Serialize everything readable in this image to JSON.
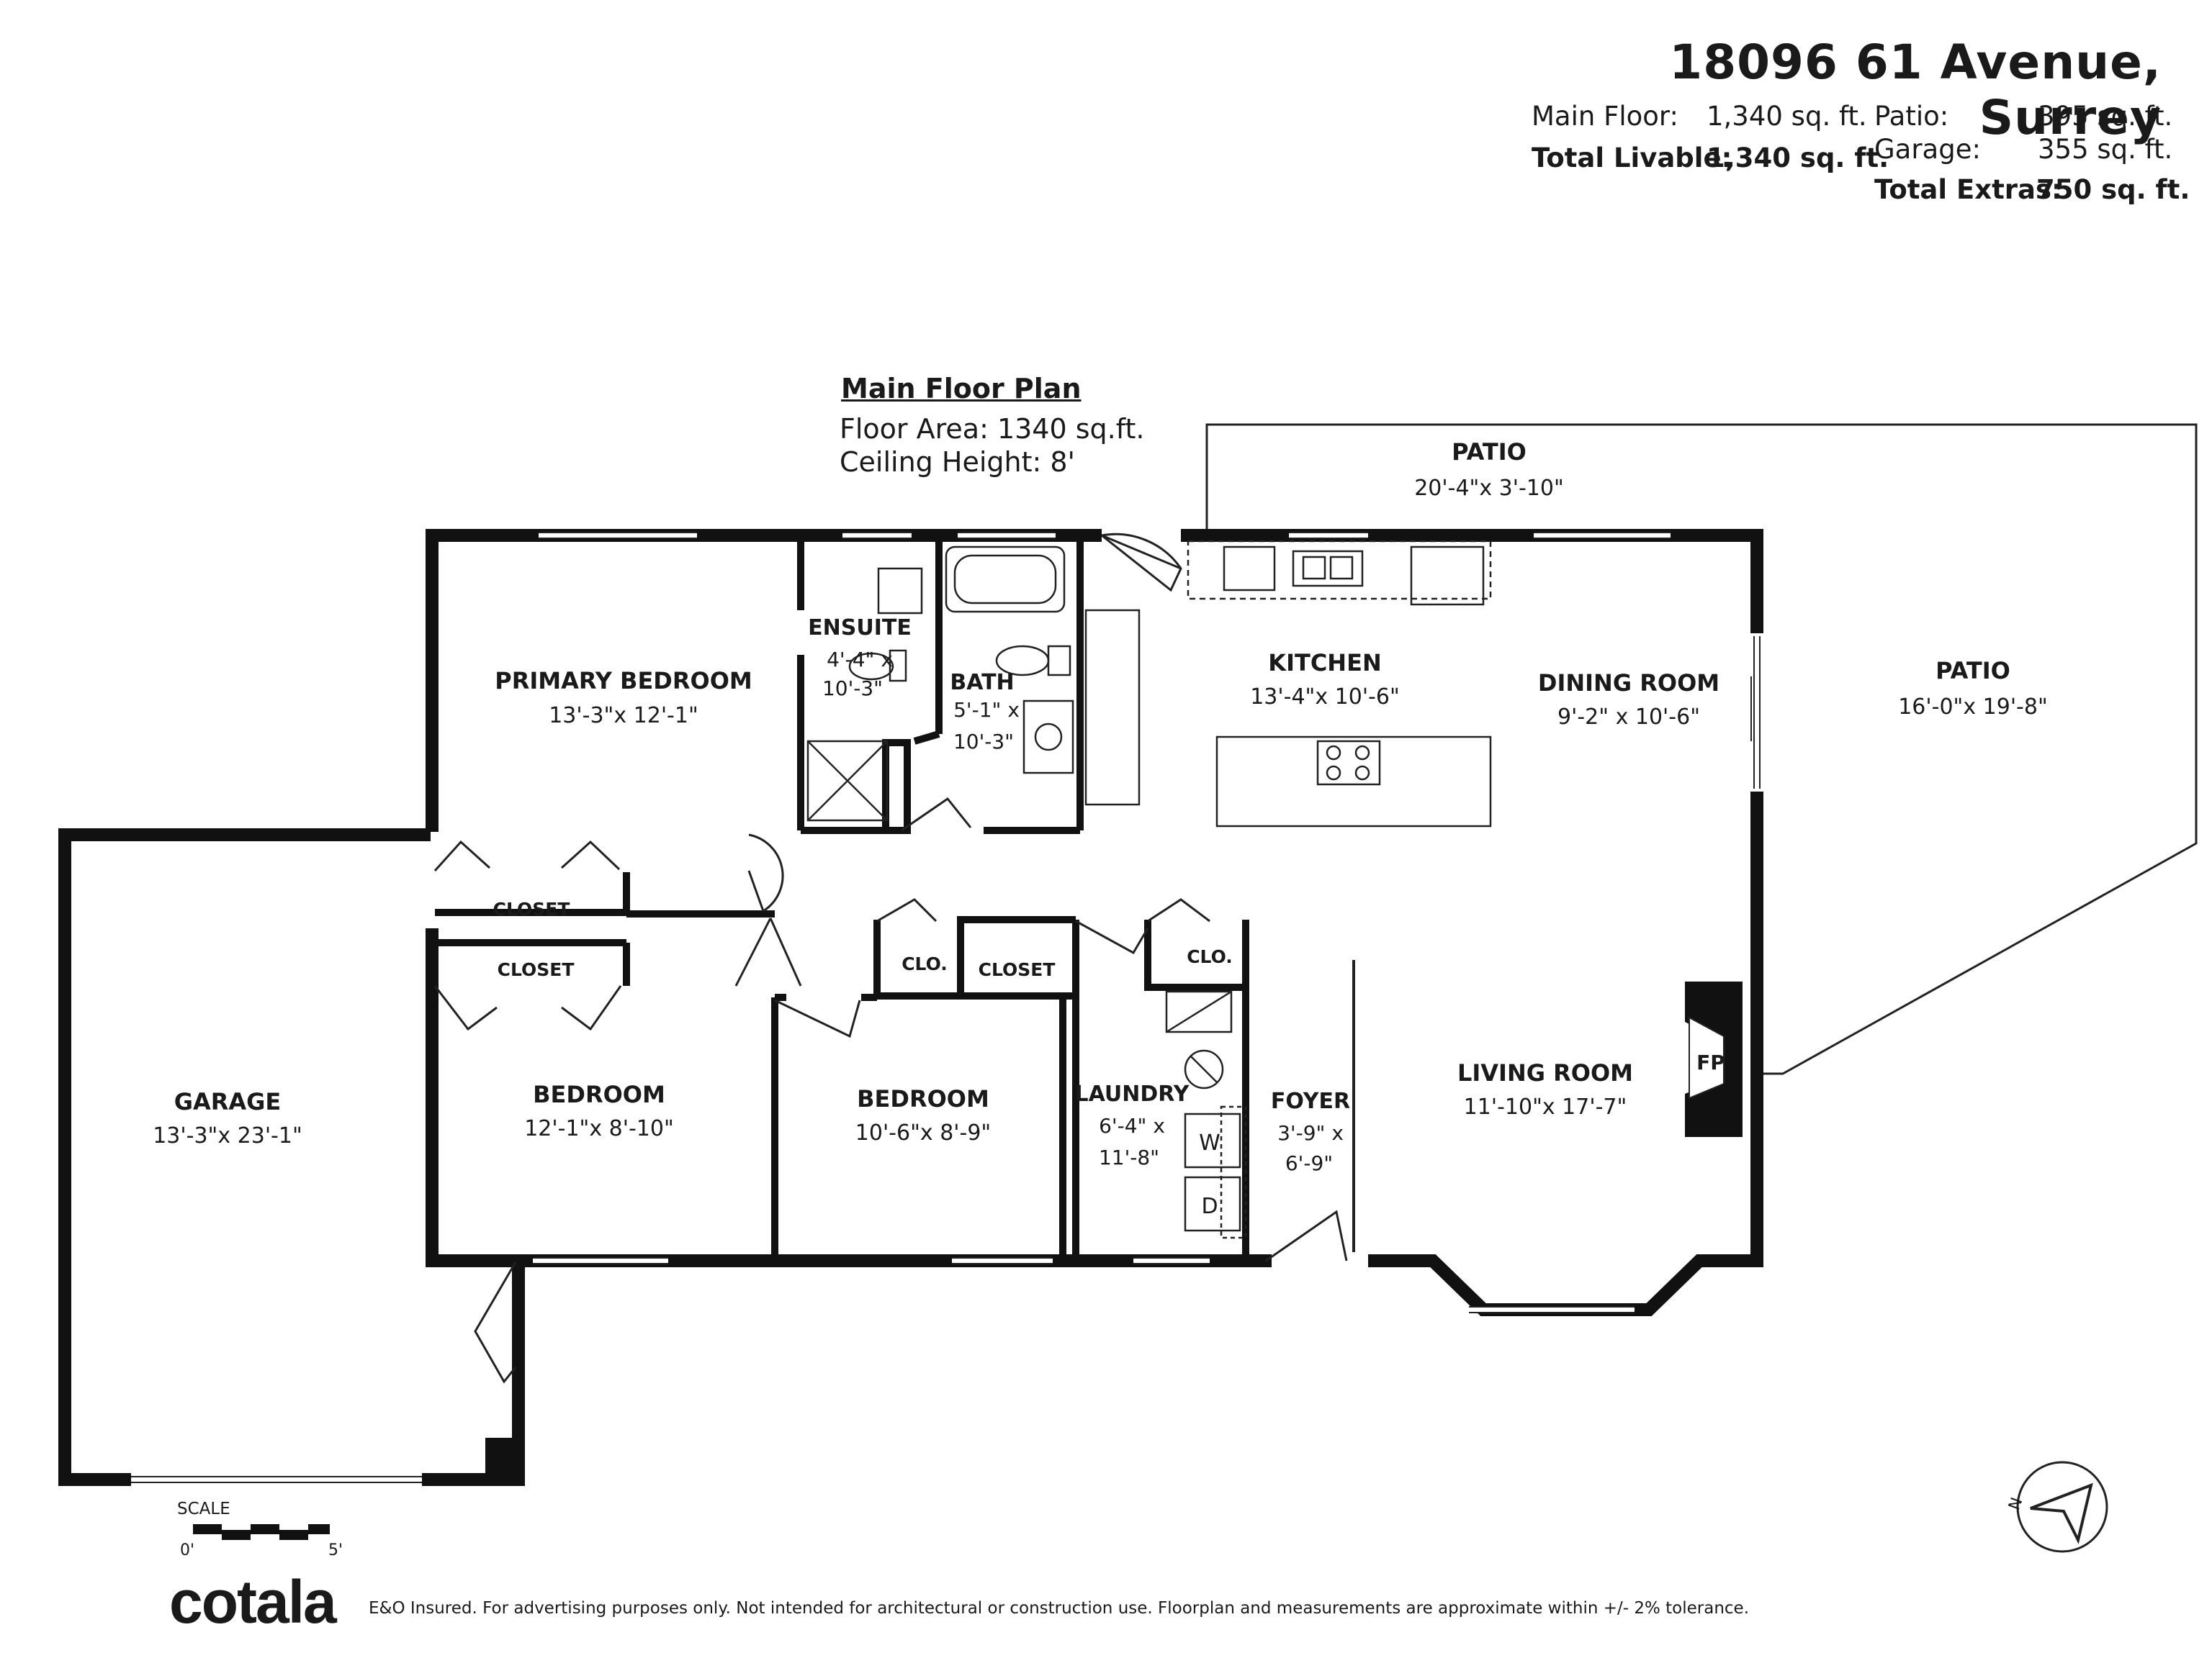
{
  "header": {
    "address": "18096 61 Avenue, Surrey",
    "main_floor_label": "Main Floor:",
    "main_floor_value": "1,340 sq. ft.",
    "total_livable_label": "Total Livable:",
    "total_livable_value": "1,340 sq. ft.",
    "patio_label": "Patio:",
    "patio_value": "395 sq. ft.",
    "garage_label": "Garage:",
    "garage_value": "355 sq. ft.",
    "total_extras_label": "Total Extras:",
    "total_extras_value": "750 sq. ft."
  },
  "plan_info": {
    "title": "Main Floor Plan",
    "floor_area": "Floor Area: 1340 sq.ft.",
    "ceiling_height": "Ceiling Height: 8'"
  },
  "rooms": {
    "patio_top": {
      "name": "PATIO",
      "dims": "20'-4\"x 3'-10\""
    },
    "patio_right": {
      "name": "PATIO",
      "dims": "16'-0\"x 19'-8\""
    },
    "primary_bedroom": {
      "name": "PRIMARY BEDROOM",
      "dims": "13'-3\"x 12'-1\""
    },
    "ensuite": {
      "name": "ENSUITE",
      "dims1": "4'-4\" x",
      "dims2": "10'-3\""
    },
    "bath": {
      "name": "BATH",
      "dims1": "5'-1\" x",
      "dims2": "10'-3\""
    },
    "kitchen": {
      "name": "KITCHEN",
      "dims": "13'-4\"x 10'-6\""
    },
    "dining_room": {
      "name": "DINING ROOM",
      "dims": "9'-2\" x 10'-6\""
    },
    "closet_1": {
      "name": "CLOSET"
    },
    "closet_2": {
      "name": "CLOSET"
    },
    "closet_3": {
      "name": "CLOSET"
    },
    "clo_1": {
      "name": "CLO."
    },
    "clo_2": {
      "name": "CLO."
    },
    "garage": {
      "name": "GARAGE",
      "dims": "13'-3\"x 23'-1\""
    },
    "bedroom_1": {
      "name": "BEDROOM",
      "dims": "12'-1\"x 8'-10\""
    },
    "bedroom_2": {
      "name": "BEDROOM",
      "dims": "10'-6\"x 8'-9\""
    },
    "laundry": {
      "name": "LAUNDRY",
      "dims1": "6'-4\" x",
      "dims2": "11'-8\""
    },
    "foyer": {
      "name": "FOYER",
      "dims1": "3'-9\" x",
      "dims2": "6'-9\""
    },
    "living_room": {
      "name": "LIVING ROOM",
      "dims": "11'-10\"x 17'-7\""
    },
    "fireplace": {
      "name": "FP"
    },
    "washer": {
      "name": "W"
    },
    "dryer": {
      "name": "D"
    }
  },
  "scale": {
    "label": "SCALE",
    "start": "0'",
    "end": "5'"
  },
  "footer": {
    "logo": "cotala",
    "disclaimer": "E&O Insured. For advertising purposes only. Not intended for architectural or construction use. Floorplan and measurements are approximate within +/- 2% tolerance."
  },
  "compass": {
    "icon": "north-arrow-icon",
    "letter": "N"
  }
}
